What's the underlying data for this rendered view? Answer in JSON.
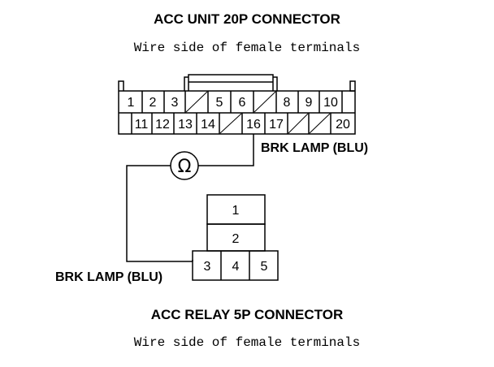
{
  "connector_top": {
    "title": "ACC UNIT 20P CONNECTOR",
    "subtitle": "Wire side of female terminals",
    "row1_pins": [
      "1",
      "2",
      "3",
      "",
      "5",
      "6",
      "",
      "8",
      "9",
      "10"
    ],
    "row2_pins": [
      "",
      "11",
      "12",
      "13",
      "14",
      "",
      "16",
      "17",
      "",
      "",
      "20"
    ]
  },
  "connector_bottom": {
    "title": "ACC RELAY 5P CONNECTOR",
    "subtitle": "Wire side of female terminals",
    "pins": [
      "1",
      "2",
      "3",
      "4",
      "5"
    ]
  },
  "wires": {
    "label_top": "BRK LAMP (BLU)",
    "label_bottom": "BRK LAMP (BLU)",
    "meter_symbol": "Ω"
  },
  "icons": {
    "ohmmeter": "ohmmeter-icon",
    "empty_terminal": "empty-terminal-slash"
  }
}
